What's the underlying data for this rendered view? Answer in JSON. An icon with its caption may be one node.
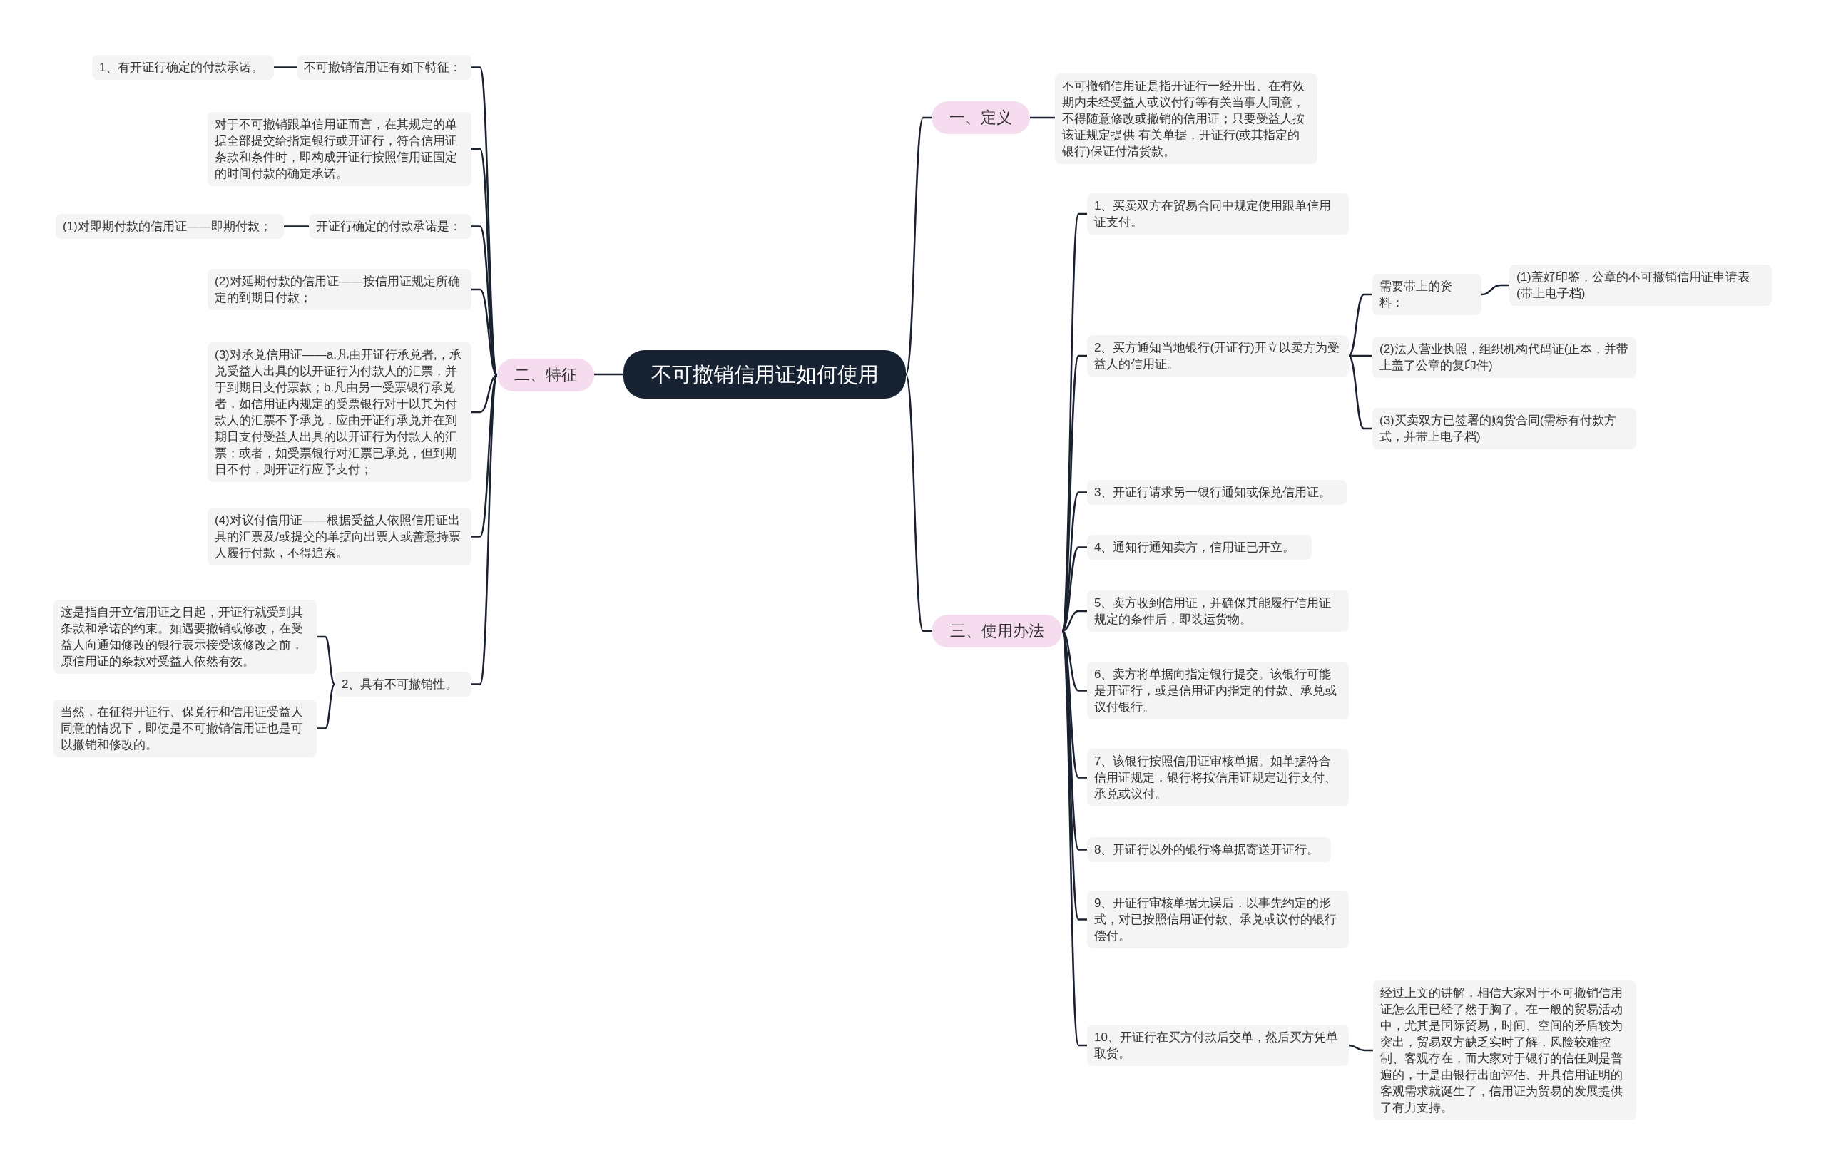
{
  "diagram": {
    "nodes": [
      {
        "text": [
          "不可撤销信用证如何使用"
        ]
      },
      {
        "text": [
          "一、定义"
        ]
      },
      {
        "text": [
          "不可撤销信用证是指开证行一经开出、在有效期内未经受益人或议付行等有关当事人同意，不得随意修改或撤销的信用证；只要受益人按该证规定提供 有关单据，开证行(或其指定的银行)保证付清货款。"
        ]
      },
      {
        "text": [
          "二、特征"
        ]
      },
      {
        "text": [
          "不可撤销信用证有如下特征："
        ]
      },
      {
        "text": [
          "1、有开证行确定的付款承诺。"
        ]
      },
      {
        "text": [
          "对于不可撤销跟单信用证而言，在其规定的单据全部提交给指定银行或开证行，符合信用证条款和条件时，即构成开证行按照信用证固定的时间付款的确定承诺。"
        ]
      },
      {
        "text": [
          "开证行确定的付款承诺是："
        ]
      },
      {
        "text": [
          "(1)对即期付款的信用证——即期付款；"
        ]
      },
      {
        "text": [
          "(2)对延期付款的信用证——按信用证规定所确定的到期日付款；"
        ]
      },
      {
        "text": [
          "(3)对承兑信用证——a.凡由开证行承兑者,，承兑受益人出具的以开证行为付款人的汇票，并于到期日支付票款；b.凡由另一受票银行承兑者，如信用证内规定的受票银行对于以其为付款人的汇票不予承兑，应由开证行承兑并在到期日支付受益人出具的以开证行为付款人的汇票；或者，如受票银行对汇票已承兑，但到期日不付，则开证行应予支付；"
        ]
      },
      {
        "text": [
          "(4)对议付信用证——根据受益人依照信用证出具的汇票及/或提交的单据向出票人或善意持票人履行付款，不得追索。"
        ]
      },
      {
        "text": [
          "2、具有不可撤销性。"
        ]
      },
      {
        "text": [
          "这是指自开立信用证之日起，开证行就受到其条款和承诺的约束。如遇要撤销或修改，在受益人向通知修改的银行表示接受该修改之前，原信用证的条款对受益人依然有效。"
        ]
      },
      {
        "text": [
          "当然，在征得开证行、保兑行和信用证受益人同意的情况下，即使是不可撤销信用证也是可以撤销和修改的。"
        ]
      },
      {
        "text": [
          "三、使用办法"
        ]
      },
      {
        "text": [
          "1、买卖双方在贸易合同中规定使用跟单信用证支付。"
        ]
      },
      {
        "text": [
          "2、买方通知当地银行(开证行)开立以卖方为受益人的信用证。"
        ]
      },
      {
        "text": [
          "需要带上的资料："
        ]
      },
      {
        "text": [
          "(1)盖好印鉴，公章的不可撤销信用证申请表(带上电子档)"
        ]
      },
      {
        "text": [
          "(2)法人营业执照，组织机构代码证(正本，并带上盖了公章的复印件)"
        ]
      },
      {
        "text": [
          "(3)买卖双方已签署的购货合同(需标有付款方式，并带上电子档)"
        ]
      },
      {
        "text": [
          "3、开证行请求另一银行通知或保兑信用证。"
        ]
      },
      {
        "text": [
          "4、通知行通知卖方，信用证已开立。"
        ]
      },
      {
        "text": [
          "5、卖方收到信用证，并确保其能履行信用证规定的条件后，即装运货物。"
        ]
      },
      {
        "text": [
          "6、卖方将单据向指定银行提交。该银行可能是开证行，或是信用证内指定的付款、承兑或议付银行。"
        ]
      },
      {
        "text": [
          "7、该银行按照信用证审核单据。如单据符合信用证规定，银行将按信用证规定进行支付、承兑或议付。"
        ]
      },
      {
        "text": [
          "8、开证行以外的银行将单据寄送开证行。"
        ]
      },
      {
        "text": [
          "9、开证行审核单据无误后，以事先约定的形式，对已按照信用证付款、承兑或议付的银行偿付。"
        ]
      },
      {
        "text": [
          "10、开证行在买方付款后交单，然后买方凭单取货。"
        ]
      },
      {
        "text": [
          "经过上文的讲解，相信大家对于不可撤销信用证怎么用已经了然于胸了。在一般的贸易活动中，尤其是国际贸易，时间、空间的矛盾较为突出，贸易双方缺乏实时了解，风险较难控制、客观存在，而大家对于银行的信任则是普遍的，于是由银行出面评估、开具信用证明的客观需求就诞生了，信用证为贸易的发展提供了有力支持。"
        ]
      }
    ],
    "edges": [
      {
        "from": 0,
        "to": 1,
        "arrow": "none"
      },
      {
        "from": 0,
        "to": 3,
        "arrow": "none"
      },
      {
        "from": 0,
        "to": 15,
        "arrow": "none"
      },
      {
        "from": 1,
        "to": 2,
        "arrow": "none"
      },
      {
        "from": 3,
        "to": 4,
        "arrow": "none"
      },
      {
        "from": 3,
        "to": 6,
        "arrow": "none"
      },
      {
        "from": 3,
        "to": 7,
        "arrow": "none"
      },
      {
        "from": 3,
        "to": 9,
        "arrow": "none"
      },
      {
        "from": 3,
        "to": 10,
        "arrow": "none"
      },
      {
        "from": 3,
        "to": 11,
        "arrow": "none"
      },
      {
        "from": 3,
        "to": 12,
        "arrow": "none"
      },
      {
        "from": 4,
        "to": 5,
        "arrow": "none"
      },
      {
        "from": 7,
        "to": 8,
        "arrow": "none"
      },
      {
        "from": 12,
        "to": 13,
        "arrow": "none"
      },
      {
        "from": 12,
        "to": 14,
        "arrow": "none"
      },
      {
        "from": 15,
        "to": 16,
        "arrow": "none"
      },
      {
        "from": 15,
        "to": 17,
        "arrow": "none"
      },
      {
        "from": 15,
        "to": 22,
        "arrow": "none"
      },
      {
        "from": 15,
        "to": 23,
        "arrow": "none"
      },
      {
        "from": 15,
        "to": 24,
        "arrow": "none"
      },
      {
        "from": 15,
        "to": 25,
        "arrow": "none"
      },
      {
        "from": 15,
        "to": 26,
        "arrow": "none"
      },
      {
        "from": 15,
        "to": 27,
        "arrow": "none"
      },
      {
        "from": 15,
        "to": 28,
        "arrow": "none"
      },
      {
        "from": 15,
        "to": 29,
        "arrow": "none"
      },
      {
        "from": 17,
        "to": 18,
        "arrow": "none"
      },
      {
        "from": 17,
        "to": 20,
        "arrow": "none"
      },
      {
        "from": 17,
        "to": 21,
        "arrow": "none"
      },
      {
        "from": 18,
        "to": 19,
        "arrow": "none"
      },
      {
        "from": 29,
        "to": 30,
        "arrow": "none"
      }
    ]
  }
}
